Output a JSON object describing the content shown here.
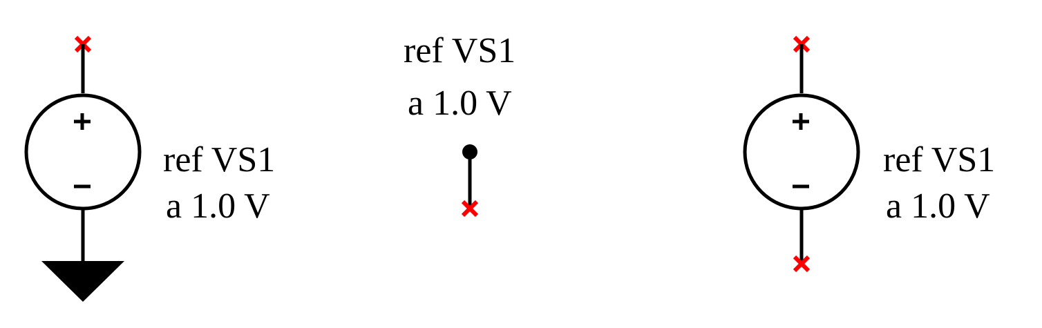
{
  "components": [
    {
      "id": "grounded",
      "type": "voltage-source-grounded",
      "ref_text": "ref VS1",
      "value_text": "a 1.0 V"
    },
    {
      "id": "terminal",
      "type": "voltage-source-terminal",
      "ref_text": "ref VS1",
      "value_text": "a 1.0 V"
    },
    {
      "id": "floating",
      "type": "voltage-source-floating",
      "ref_text": "ref VS1",
      "value_text": "a 1.0 V"
    }
  ],
  "colors": {
    "stroke": "#000000",
    "pin_marker": "#ff0000",
    "background": "#ffffff"
  }
}
